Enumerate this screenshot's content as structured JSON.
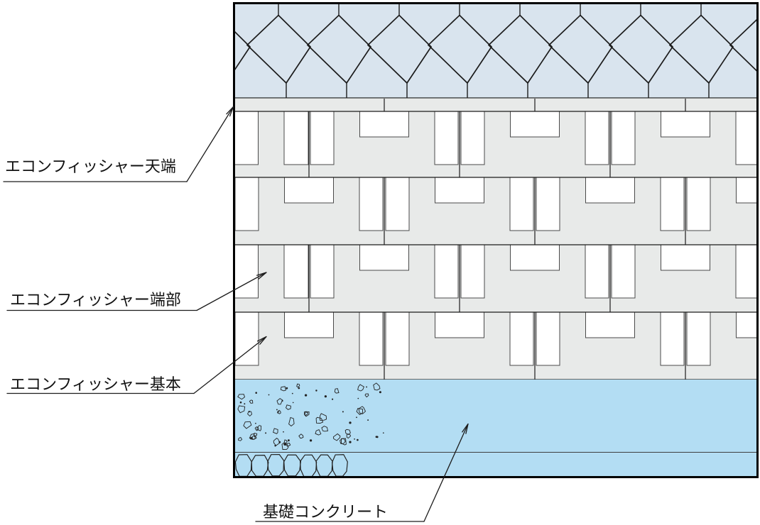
{
  "diagram": {
    "labels": {
      "top_cap": "エコンフィッシャー天端",
      "end_piece": "エコンフィッシャー端部",
      "basic_piece": "エコンフィッシャー基本",
      "foundation": "基礎コンクリート"
    },
    "colors": {
      "cap_band_blue": "#d9e4ee",
      "concrete_blue": "#b3ddf3",
      "block_gray": "#e8eae9",
      "white_block": "#ffffff",
      "line_dark": "#1c1c1c",
      "block_outline": "#4a4a4a",
      "border_black": "#000000"
    }
  }
}
